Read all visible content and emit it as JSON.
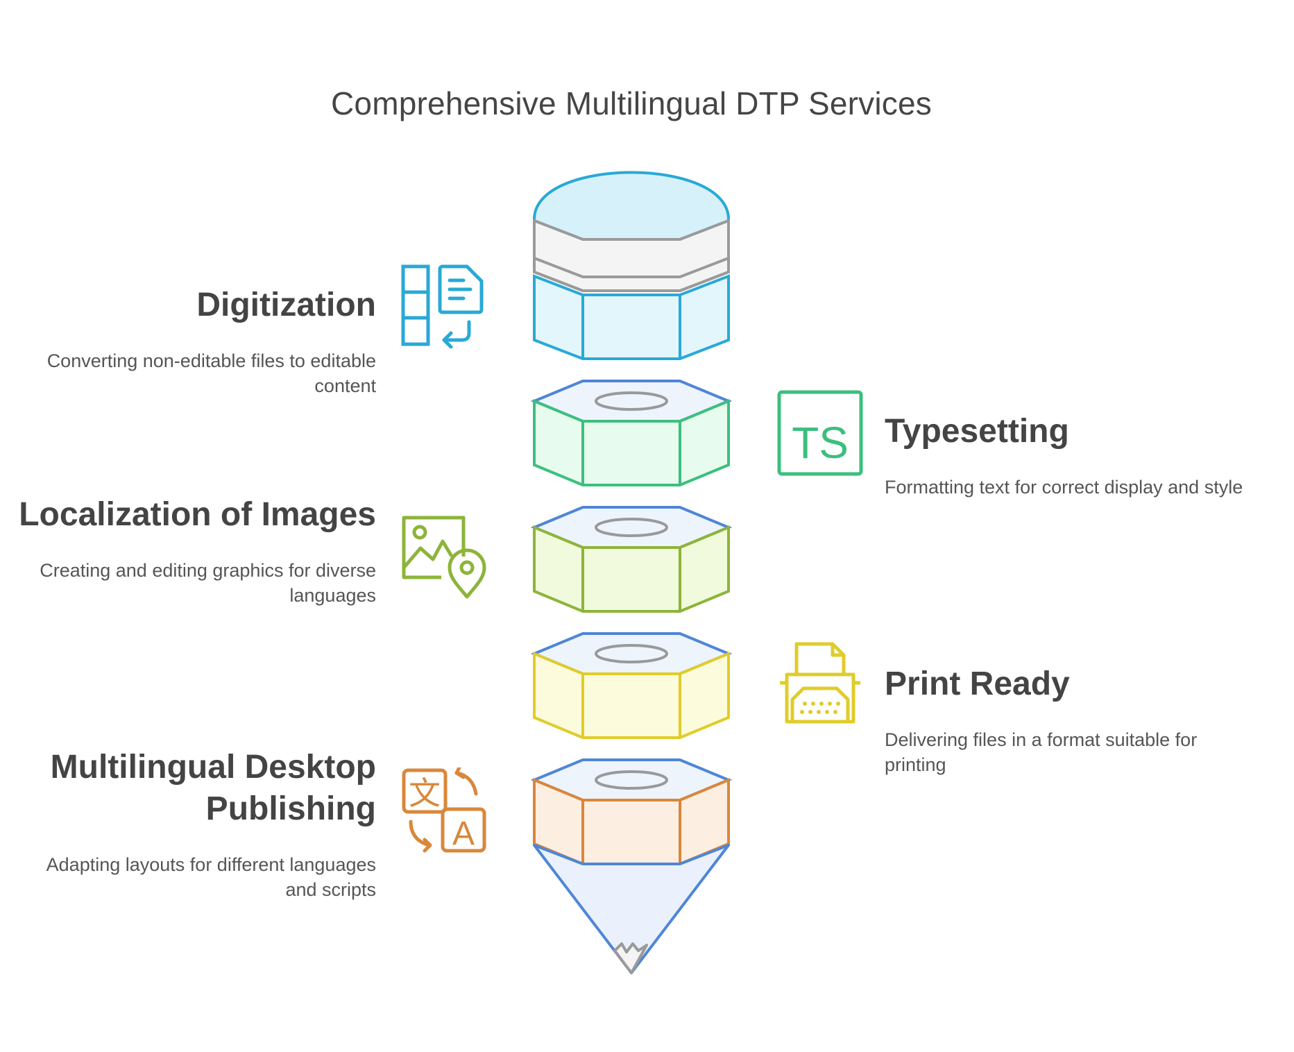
{
  "title": "Comprehensive Multilingual DTP Services",
  "items": [
    {
      "heading": "Digitization",
      "description": "Converting non-editable files to editable content",
      "icon": "document-convert-icon",
      "color": "#29A9D6"
    },
    {
      "heading": "Typesetting",
      "description": "Formatting text for correct display and style",
      "icon": "ts-typescript-icon",
      "icon_text": "TS",
      "color": "#3CBF7E"
    },
    {
      "heading": "Localization of Images",
      "description": "Creating and editing graphics for diverse languages",
      "icon": "image-location-icon",
      "color": "#8DB43A"
    },
    {
      "heading": "Print Ready",
      "description": "Delivering files in a format suitable for printing",
      "icon": "typewriter-icon",
      "color": "#E0CC2A"
    },
    {
      "heading": "Multilingual Desktop Publishing",
      "description": "Adapting layouts for different languages and scripts",
      "icon": "translate-icon",
      "icon_text_1": "文",
      "icon_text_2": "A",
      "color": "#D9873A"
    }
  ]
}
